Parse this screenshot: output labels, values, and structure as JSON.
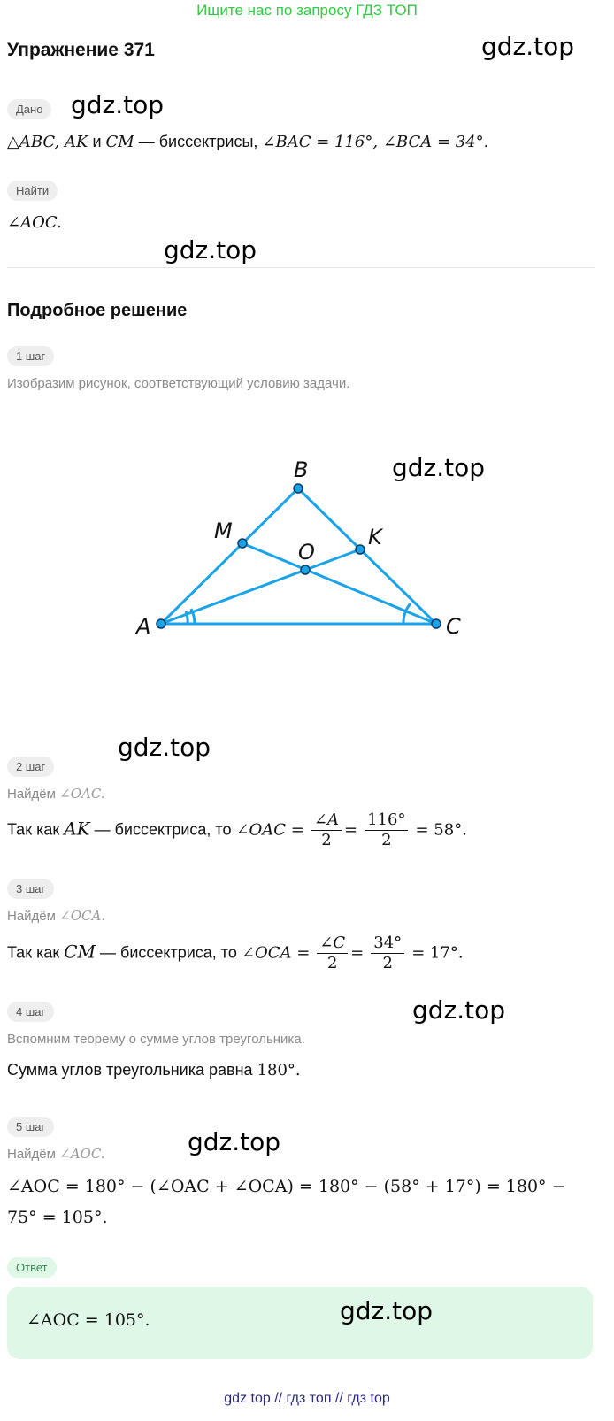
{
  "banner": "Ищите нас по запросу ГДЗ ТОП",
  "title": "Упражнение 371",
  "watermark": "gdz.top",
  "given": {
    "chip": "Дано",
    "triangle": "△ABC, AK",
    "conj": " и ",
    "cm": "CM",
    "text": " — биссектрисы, ",
    "angles": "∠BAC = 116°,  ∠BCA = 34°."
  },
  "find": {
    "chip": "Найти",
    "value": "∠AOC."
  },
  "solution_heading": "Подробное решение",
  "steps": {
    "s1": {
      "chip": "1 шаг",
      "text": "Изобразим рисунок, соответствующий условию задачи."
    },
    "s2": {
      "chip": "2 шаг",
      "find_prefix": "Найдём ",
      "find_math": "∠OAC.",
      "prefix": "Так как ",
      "seg": "AK",
      "mid": " — биссектриса, то ",
      "lhs": "∠OAC =",
      "f1n": "∠A",
      "f1d": "2",
      "f2n": "116°",
      "f2d": "2",
      "res": "= 58°."
    },
    "s3": {
      "chip": "3 шаг",
      "find_prefix": "Найдём ",
      "find_math": "∠OCA.",
      "prefix": "Так как ",
      "seg": "CM",
      "mid": " — биссектриса, то ",
      "lhs": "∠OCA =",
      "f1n": "∠C",
      "f1d": "2",
      "f2n": "34°",
      "f2d": "2",
      "res": "= 17°."
    },
    "s4": {
      "chip": "4 шаг",
      "text": "Вспомним теорему о сумме углов треугольника.",
      "line_prefix": "Сумма углов треугольника равна ",
      "line_math": "180°."
    },
    "s5": {
      "chip": "5 шаг",
      "find_prefix": "Найдём ",
      "find_math": "∠AOC.",
      "eq1": "∠AOC = 180° − (∠OAC + ∠OCA) = 180° − (58° + 17°) = 180° −",
      "eq2": "75° = 105°."
    }
  },
  "answer": {
    "chip": "Ответ",
    "value": "∠AOC = 105°."
  },
  "figure": {
    "labels": {
      "a": "A",
      "b": "B",
      "c": "C",
      "m": "M",
      "k": "K",
      "o": "O"
    },
    "color": "#1aa3e8"
  },
  "footer": "gdz top  //  гдз топ  //  гдз top"
}
